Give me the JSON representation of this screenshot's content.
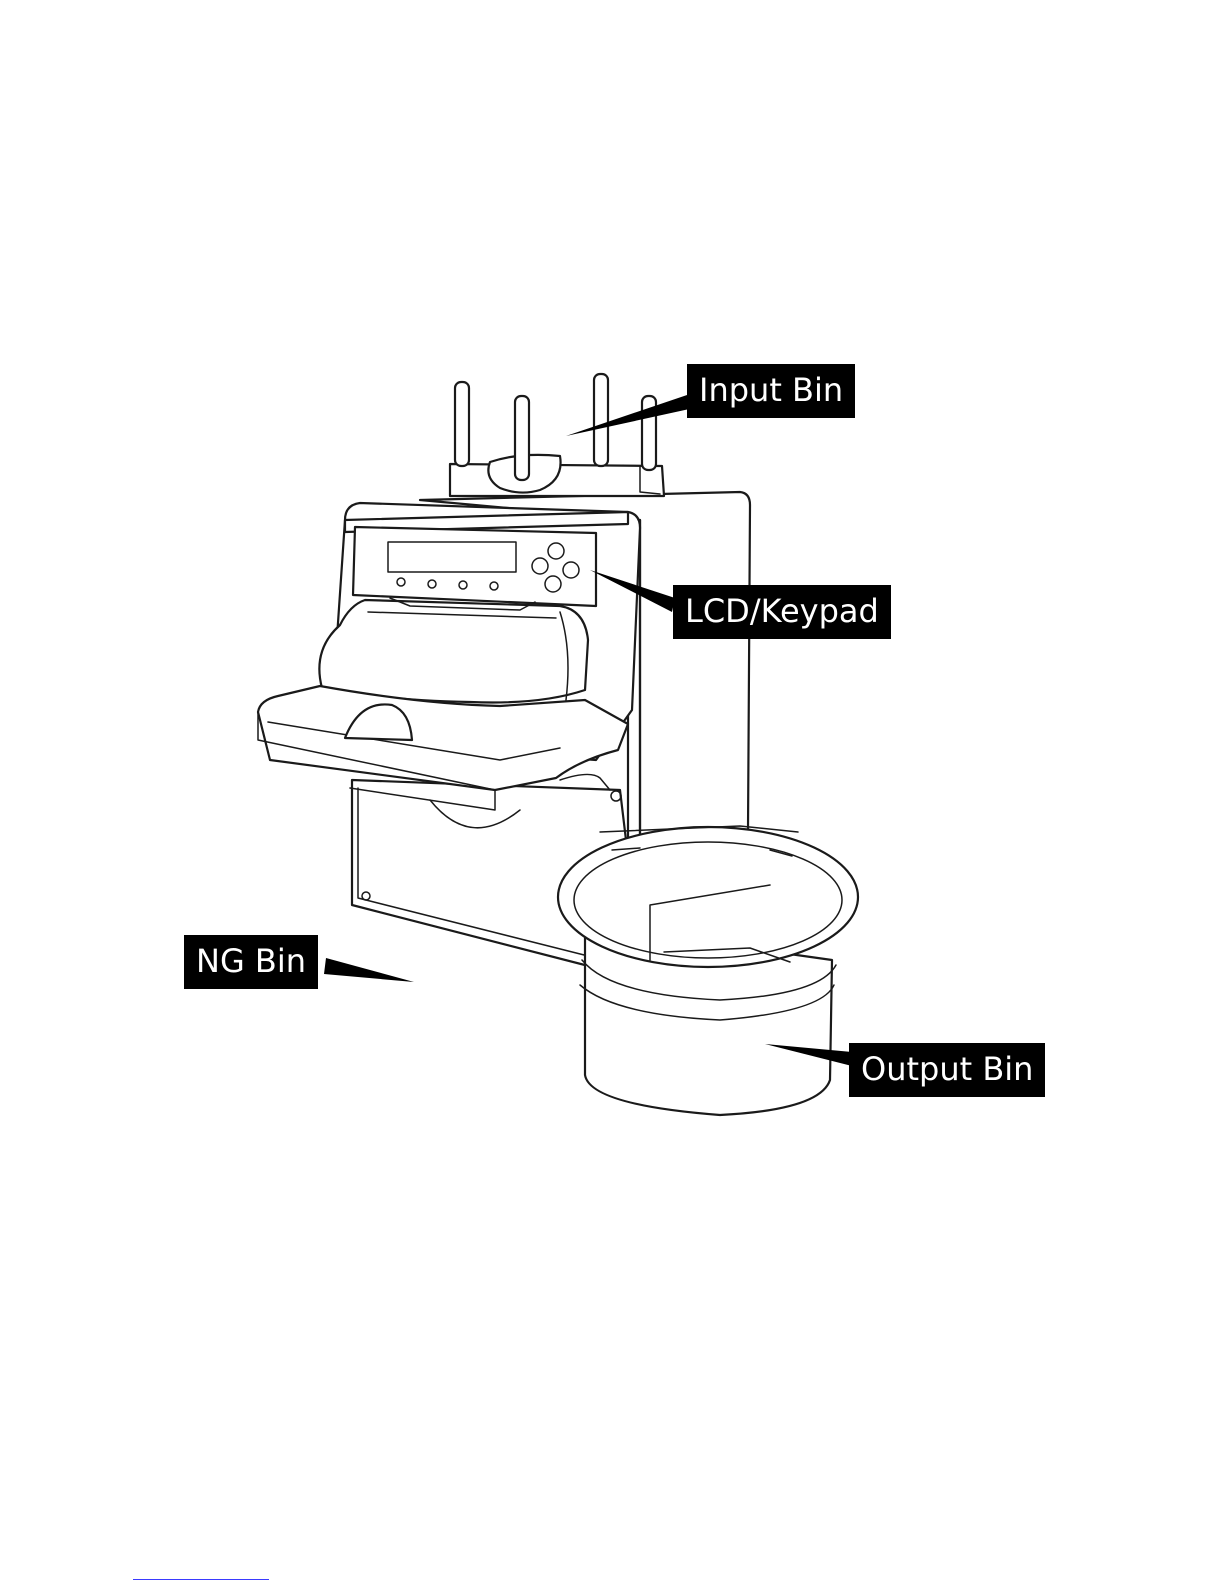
{
  "labels": {
    "input_bin": "Input Bin",
    "lcd_keypad": "LCD/Keypad",
    "ng_bin": "NG Bin",
    "output_bin": "Output Bin"
  },
  "colors": {
    "label_background": "#000000",
    "label_text": "#ffffff",
    "line_art": "#1a1a1a",
    "footer_rule": "#3a3aff"
  }
}
